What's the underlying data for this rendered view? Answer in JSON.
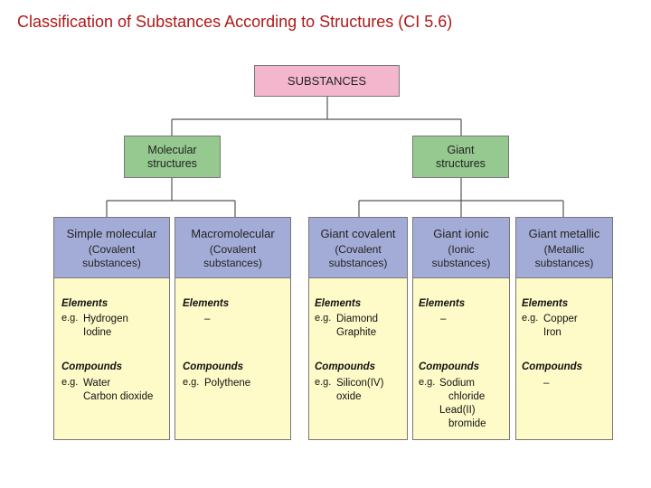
{
  "title": "Classification of Substances According to Structures (CI 5.6)",
  "root": {
    "label": "SUBSTANCES"
  },
  "branches": [
    {
      "lines": [
        "Molecular",
        "structures"
      ]
    },
    {
      "lines": [
        "Giant",
        "structures"
      ]
    }
  ],
  "categories": [
    {
      "name": "Simple molecular",
      "sub": [
        "(Covalent",
        "substances)"
      ],
      "elements_label": "Elements",
      "elements_eg": "e.g.",
      "elements": [
        "Hydrogen",
        "Iodine"
      ],
      "compounds_label": "Compounds",
      "compounds_eg": "e.g.",
      "compounds": [
        "Water",
        "Carbon dioxide"
      ]
    },
    {
      "name": "Macromolecular",
      "sub": [
        "(Covalent",
        "substances)"
      ],
      "elements_label": "Elements",
      "elements_eg": "",
      "elements": [
        "–"
      ],
      "compounds_label": "Compounds",
      "compounds_eg": "e.g.",
      "compounds": [
        "Polythene"
      ]
    },
    {
      "name": "Giant covalent",
      "sub": [
        "(Covalent",
        "substances)"
      ],
      "elements_label": "Elements",
      "elements_eg": "e.g.",
      "elements": [
        "Diamond",
        "Graphite"
      ],
      "compounds_label": "Compounds",
      "compounds_eg": "e.g.",
      "compounds": [
        "Silicon(IV)",
        "oxide"
      ]
    },
    {
      "name": "Giant ionic",
      "sub": [
        "(Ionic",
        "substances)"
      ],
      "elements_label": "Elements",
      "elements_eg": "",
      "elements": [
        "–"
      ],
      "compounds_label": "Compounds",
      "compounds_eg": "e.g.",
      "compounds": [
        "Sodium",
        "chloride",
        "Lead(II)",
        "bromide"
      ]
    },
    {
      "name": "Giant metallic",
      "sub": [
        "(Metallic",
        "substances)"
      ],
      "elements_label": "Elements",
      "elements_eg": "e.g.",
      "elements": [
        "Copper",
        "Iron"
      ],
      "compounds_label": "Compounds",
      "compounds_eg": "",
      "compounds": [
        "–"
      ]
    }
  ],
  "colors": {
    "title": "#b01818",
    "root": "#f4b6cc",
    "branch": "#95c98f",
    "category": "#a3acd6",
    "examples": "#fefbc8",
    "connector": "#555555"
  }
}
